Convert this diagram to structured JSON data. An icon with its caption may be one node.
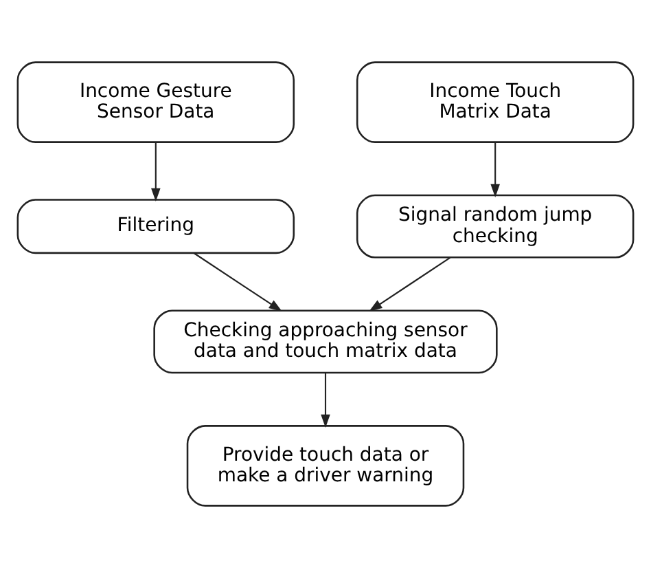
{
  "diagram": {
    "nodes": [
      {
        "text": [
          "Income Gesture Sensor Data"
        ]
      },
      {
        "text": [
          "Income Touch Matrix Data"
        ]
      },
      {
        "text": [
          "Filtering"
        ]
      },
      {
        "text": [
          "Signal random jump checking"
        ]
      },
      {
        "text": [
          "Checking approaching sensor data and touch matrix data"
        ]
      },
      {
        "text": [
          "Provide touch data or make a driver warning"
        ]
      }
    ],
    "edges": [
      {
        "from": 0,
        "to": 2,
        "arrow": "to"
      },
      {
        "from": 1,
        "to": 3,
        "arrow": "to"
      },
      {
        "from": 2,
        "to": 4,
        "arrow": "to"
      },
      {
        "from": 3,
        "to": 4,
        "arrow": "to"
      },
      {
        "from": 4,
        "to": 5,
        "arrow": "to"
      }
    ]
  }
}
